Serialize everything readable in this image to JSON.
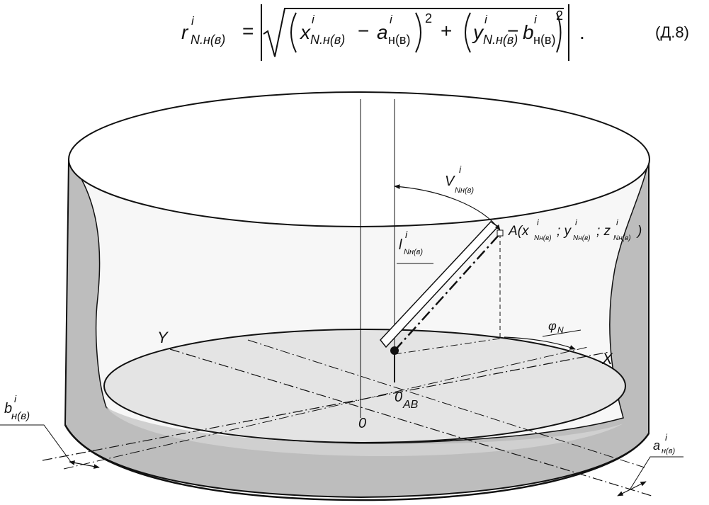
{
  "formula": {
    "lhs_base": "r",
    "lhs_sup": "i",
    "lhs_sub": "N.н(в)",
    "eq": "=",
    "x_base": "x",
    "x_sup": "i",
    "x_sub": "N.н(в)",
    "minus1": "−",
    "a_base": "a",
    "a_sup": "i",
    "a_sub": "н(в)",
    "plus": "+",
    "y_base": "y",
    "y_sup": "i",
    "y_sub": "N.н(в)",
    "minus2": "−",
    "b_base": "b",
    "b_sup": "i",
    "b_sub": "н(в)",
    "power": "2",
    "end": ".",
    "number": "(Д.8)"
  },
  "labels": {
    "Y": "Y",
    "X": "X",
    "origin": "0",
    "o_ab_base": "0",
    "o_ab_sub": "AB",
    "v_base": "V",
    "v_sup": "i",
    "v_sub": "Nн(в)",
    "l_base": "l",
    "l_sup": "i",
    "l_sub": "Nн(в)",
    "phi_base": "φ",
    "phi_sub": "N",
    "pA_prefix": "A(x",
    "pA_sup1": "i",
    "pA_sub1": "Nн(в)",
    "pA_sep1": "; y",
    "pA_sup2": "i",
    "pA_sub2": "Nн(в)",
    "pA_sep2": "; z",
    "pA_sup3": "i",
    "pA_sub3": "Nн(в)",
    "pA_end": ")",
    "b_base": "b",
    "b_sup": "i",
    "b_sub": "н(в)",
    "a_base": "a",
    "a_sup": "i",
    "a_sub": "н(в)"
  },
  "colors": {
    "outline": "#111111",
    "wall_shade": "#b4b4b4",
    "floor": "#e4e4e4",
    "inner_wall": "#f7f7f7"
  }
}
